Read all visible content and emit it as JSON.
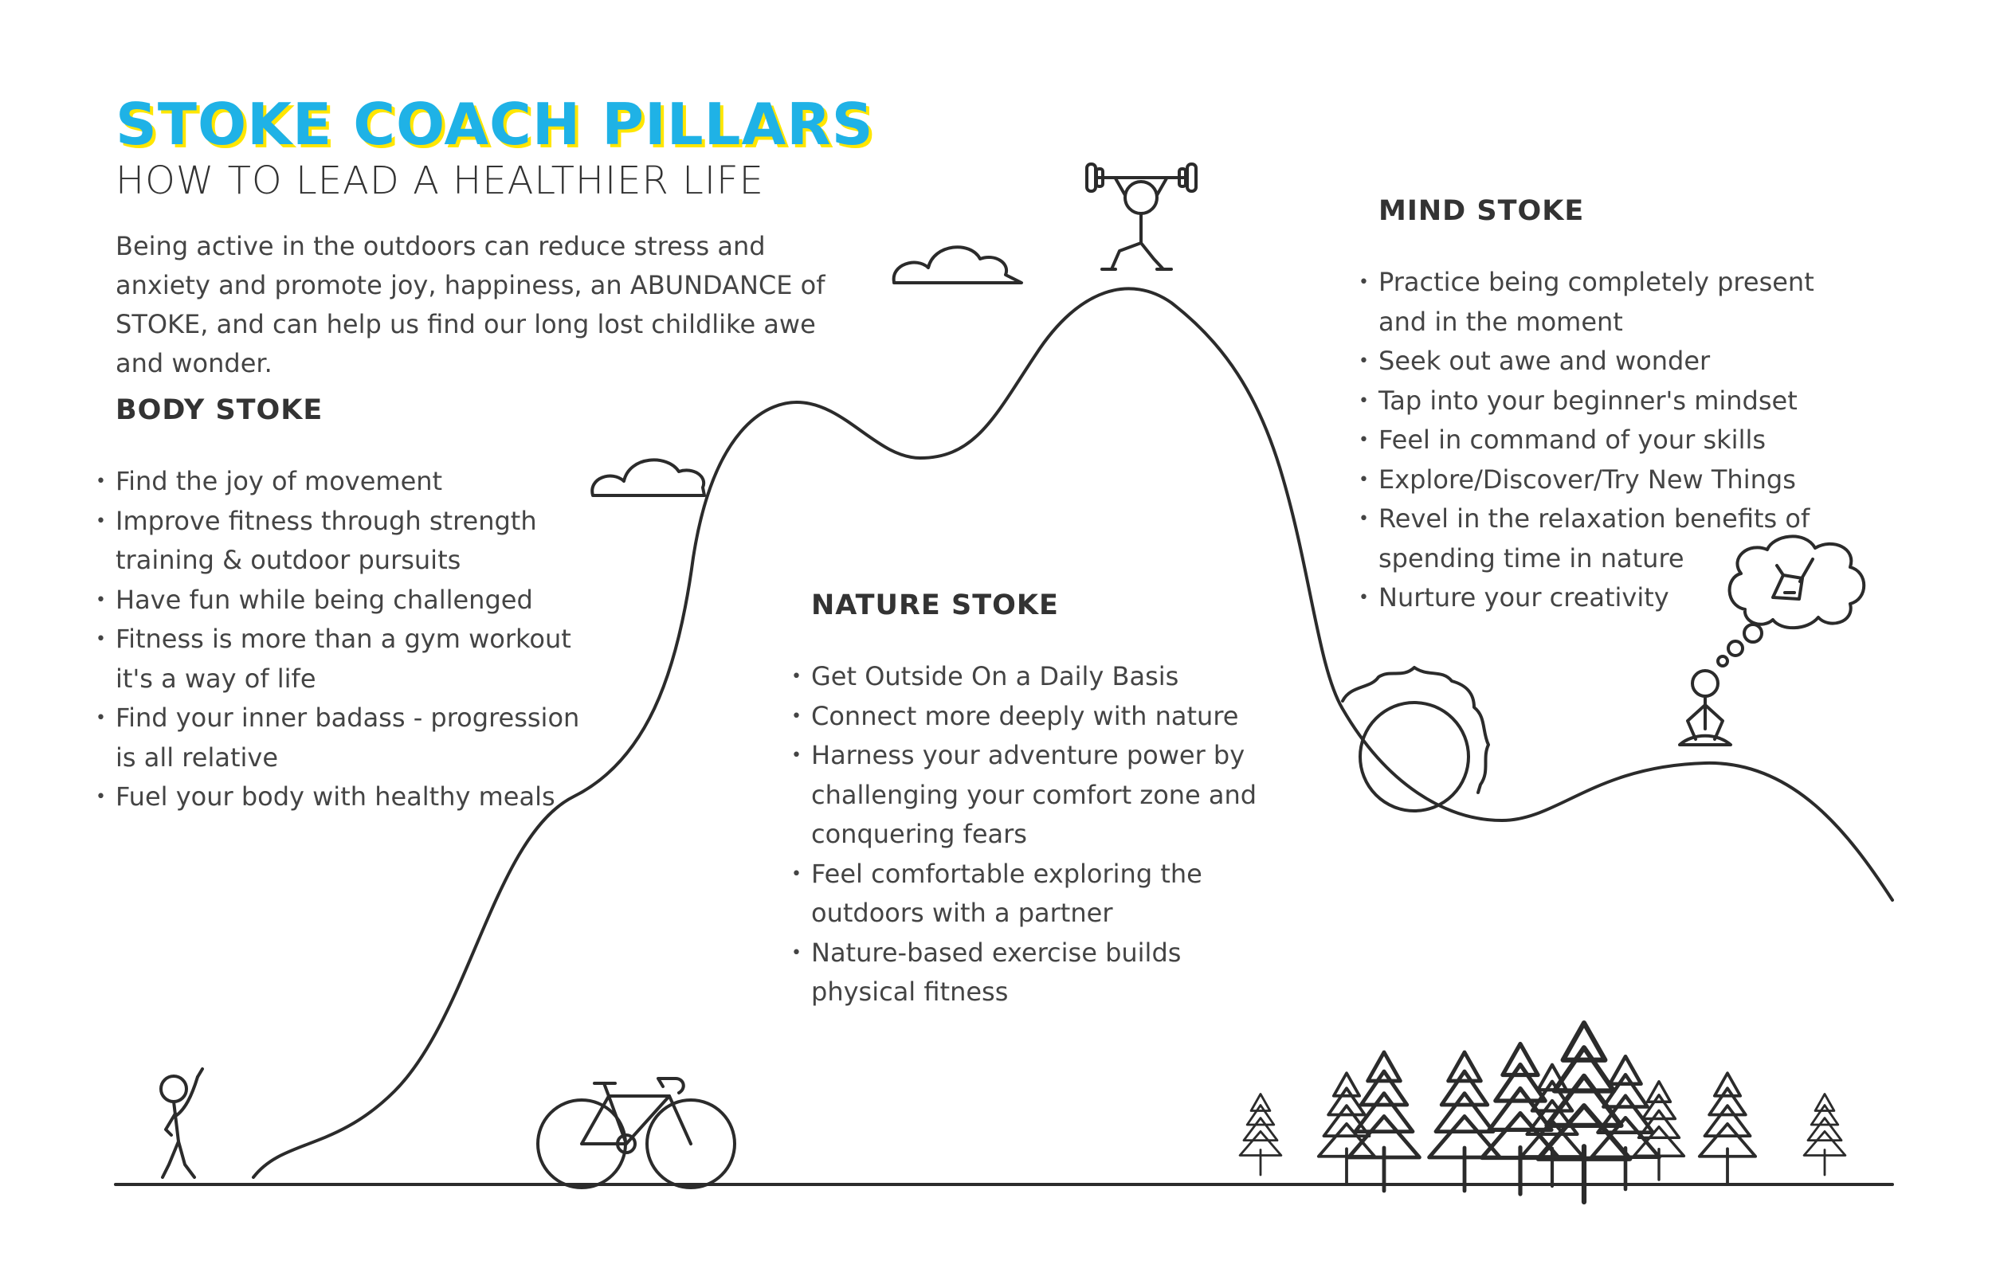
{
  "header": {
    "title": "STOKE COACH PILLARS",
    "subtitle": "HOW TO LEAD A HEALTHIER LIFE",
    "intro": "Being active in the outdoors can reduce stress and anxiety and promote joy, happiness, an ABUNDANCE of STOKE, and can help us find our long lost childlike awe and wonder."
  },
  "colors": {
    "title_blue": "#1fb2e6",
    "title_shadow_yellow": "#ffe600",
    "line_art": "#2b2b2b"
  },
  "body_stoke": {
    "heading": "BODY STOKE",
    "items": [
      "Find the joy of movement",
      "Improve fitness through strength training & outdoor pursuits",
      "Have fun while being challenged",
      "Fitness is more than a gym workout it's a way of life",
      "Find your inner badass - progression is all relative",
      "Fuel your body with healthy meals"
    ]
  },
  "nature_stoke": {
    "heading": "NATURE STOKE",
    "items": [
      "Get Outside On a Daily Basis",
      "Connect more deeply with nature",
      "Harness your adventure power by challenging your comfort zone and conquering fears",
      "Feel comfortable exploring the outdoors with a partner",
      "Nature-based exercise builds physical fitness"
    ]
  },
  "mind_stoke": {
    "heading": "MIND STOKE",
    "items": [
      "Practice being completely present and in the moment",
      "Seek out awe and wonder",
      "Tap into your beginner's mindset",
      "Feel in command of your skills",
      "Explore/Discover/Try New Things",
      "Revel in the relaxation benefits of spending time in nature",
      "Nurture your creativity"
    ]
  },
  "icons": [
    "waving-stick-figure-icon",
    "bicycle-icon",
    "cloud-icon",
    "weightlifter-icon",
    "sun-icon",
    "meditating-figure-icon",
    "thought-bubble-icon",
    "shaka-hand-icon",
    "pine-tree-icon"
  ]
}
